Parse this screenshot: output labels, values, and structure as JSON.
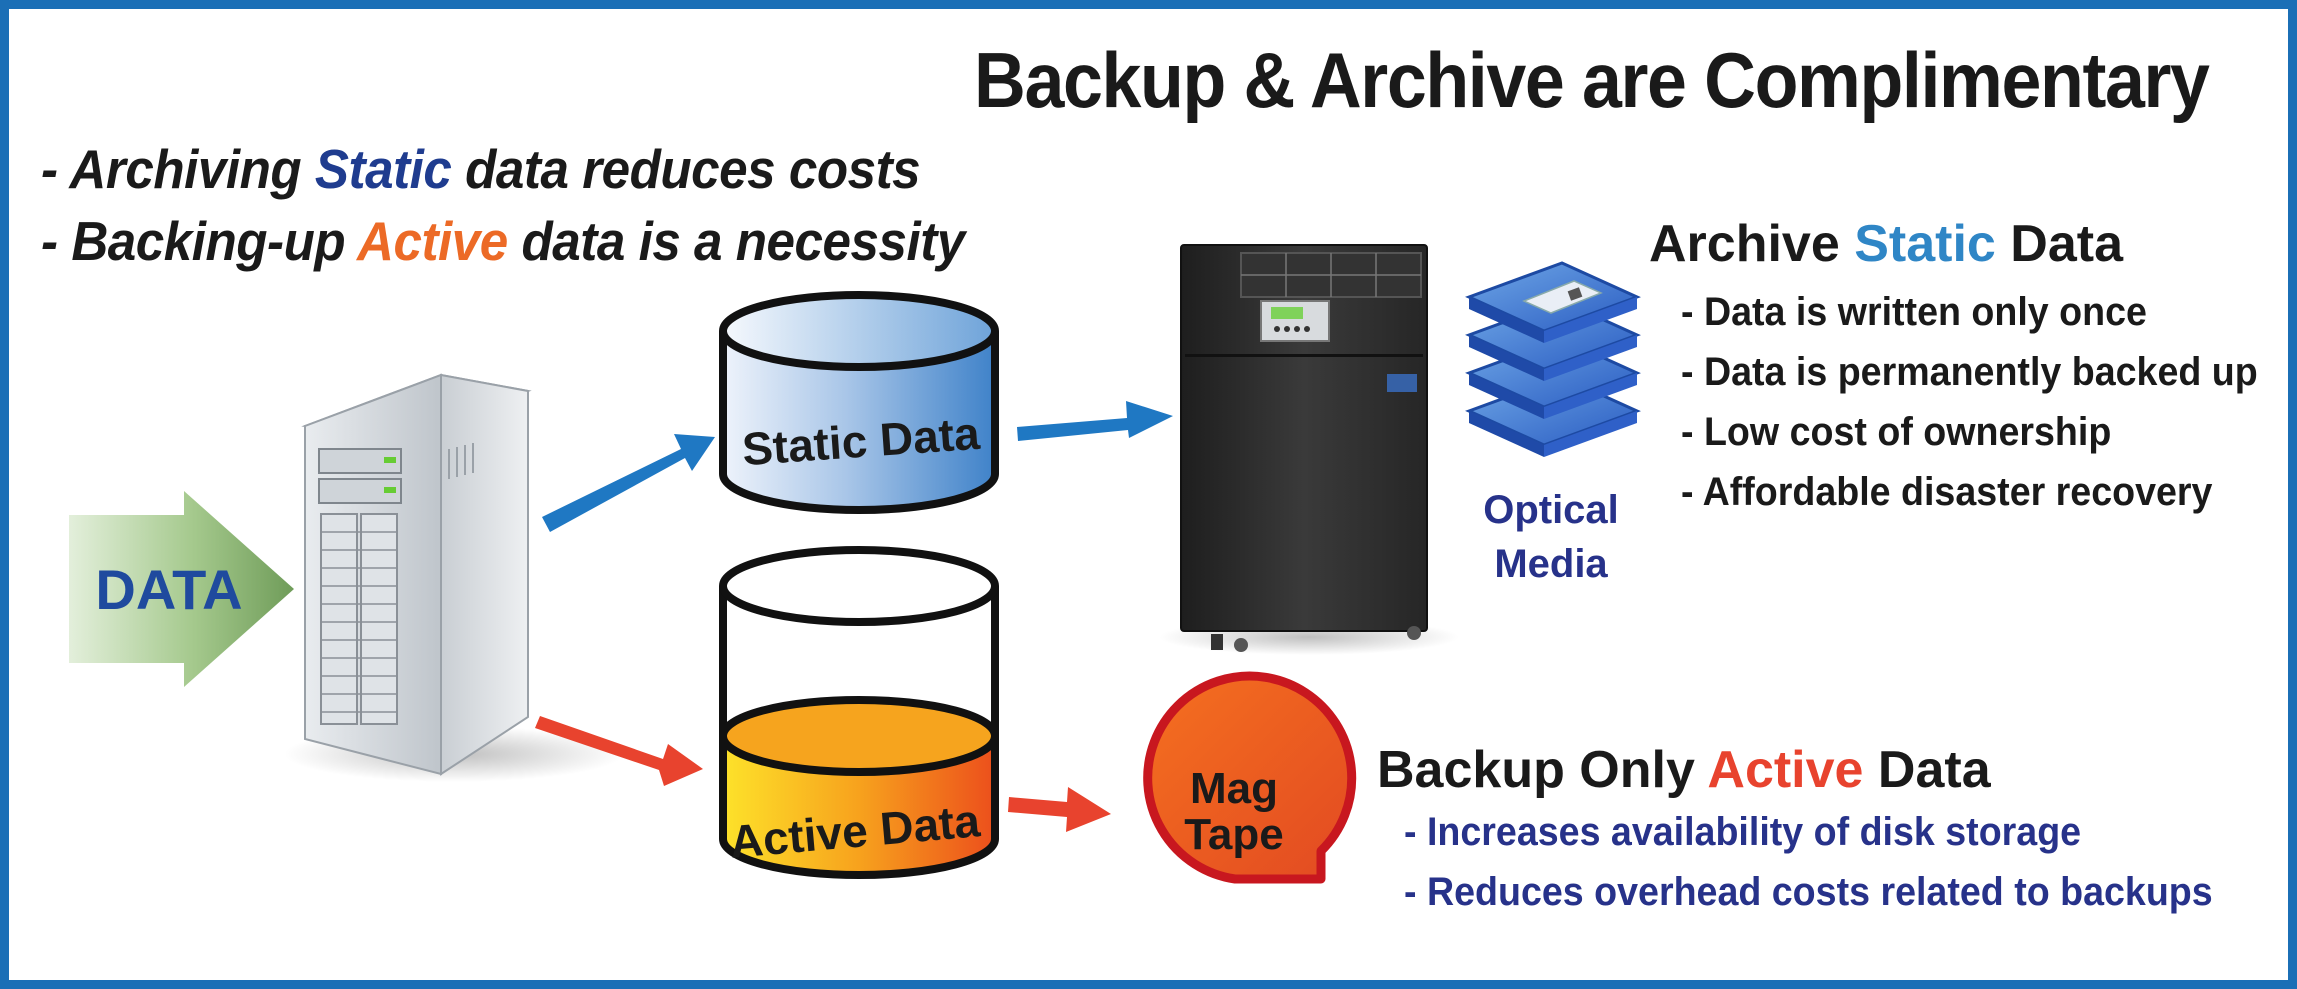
{
  "title": "Backup & Archive are Complimentary",
  "intro": {
    "line1": {
      "pre": "- Archiving ",
      "kw": "Static",
      "post": " data reduces costs"
    },
    "line2": {
      "pre": "- Backing-up ",
      "kw": "Active",
      "post": " data is a necessity"
    }
  },
  "diagram": {
    "data_arrow_label": "DATA",
    "static_cylinder_label": "Static Data",
    "active_cylinder_label": "Active Data",
    "tape_label_1": "Mag",
    "tape_label_2": "Tape",
    "optical_label_1": "Optical",
    "optical_label_2": "Media"
  },
  "archive": {
    "heading": {
      "pre": "Archive ",
      "kw": "Static",
      "post": " Data"
    },
    "bullets": [
      "- Data is written only once",
      "- Data is permanently backed up",
      "- Low cost of ownership",
      "- Affordable disaster recovery"
    ]
  },
  "backup": {
    "heading": {
      "pre": "Backup Only ",
      "kw": "Active",
      "post": " Data"
    },
    "bullets": [
      "- Increases availability of disk storage",
      "- Reduces overhead costs related to backups"
    ]
  },
  "colors": {
    "frame": "#1b6fb6",
    "blue_arrow": "#1f78c3",
    "red_arrow": "#e8432e",
    "data_text": "#1f4a9e",
    "optical_text": "#27328a"
  }
}
